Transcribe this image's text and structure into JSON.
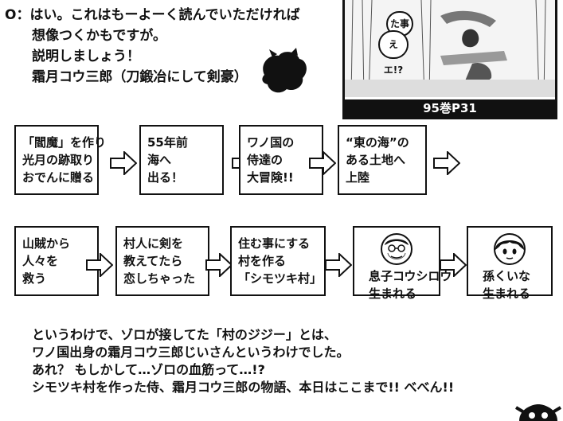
{
  "intro": {
    "lines": [
      "O：はい。これはもーよーく読んでいただければ",
      "想像つくかもですが。",
      "説明しましょう！",
      "霜月コウ三郎（刀鍛冶にして剣豪）"
    ]
  },
  "reference_panel": {
    "caption": "95巻P31",
    "bubble1": "た事",
    "bubble2": "えエ!?"
  },
  "flow_row1": [
    {
      "lines": [
        "「閻魔」を作り",
        "光月の跡取り",
        "おでんに贈る"
      ]
    },
    {
      "lines": [
        "55年前",
        "海へ",
        "出る！"
      ]
    },
    {
      "lines": [
        "ワノ国の",
        "侍達の",
        "大冒険!!"
      ]
    },
    {
      "lines": [
        "“東の海”の",
        "ある土地へ",
        "上陸"
      ]
    }
  ],
  "flow_row2": [
    {
      "lines": [
        "山賊から",
        "人々を",
        "救う"
      ]
    },
    {
      "lines": [
        "村人に剣を",
        "教えてたら",
        "恋しちゃった"
      ]
    },
    {
      "lines": [
        "住む事にする",
        "村を作る",
        "「シモツキ村」"
      ]
    },
    {
      "lines": [
        "息子コウシロウ",
        "生まれる"
      ],
      "face": "koushirou"
    },
    {
      "lines": [
        "孫くいな",
        "生まれる"
      ],
      "face": "kuina"
    }
  ],
  "outro": {
    "lines": [
      "というわけで、ゾロが接してた「村のジジー」とは、",
      "ワノ国出身の霜月コウ三郎じいさんというわけでした。",
      "あれ？ もしかして…ゾロの血筋って…!?",
      "シモツキ村を作った侍、霜月コウ三郎の物語、本日はここまで!! べべん!!"
    ]
  },
  "icons": {
    "arrow": "hollow-right-arrow-icon",
    "blob": "silhouette-head-icon",
    "skull": "jolly-roger-icon",
    "face1": "koushirou-face-icon",
    "face2": "kuina-face-icon"
  }
}
